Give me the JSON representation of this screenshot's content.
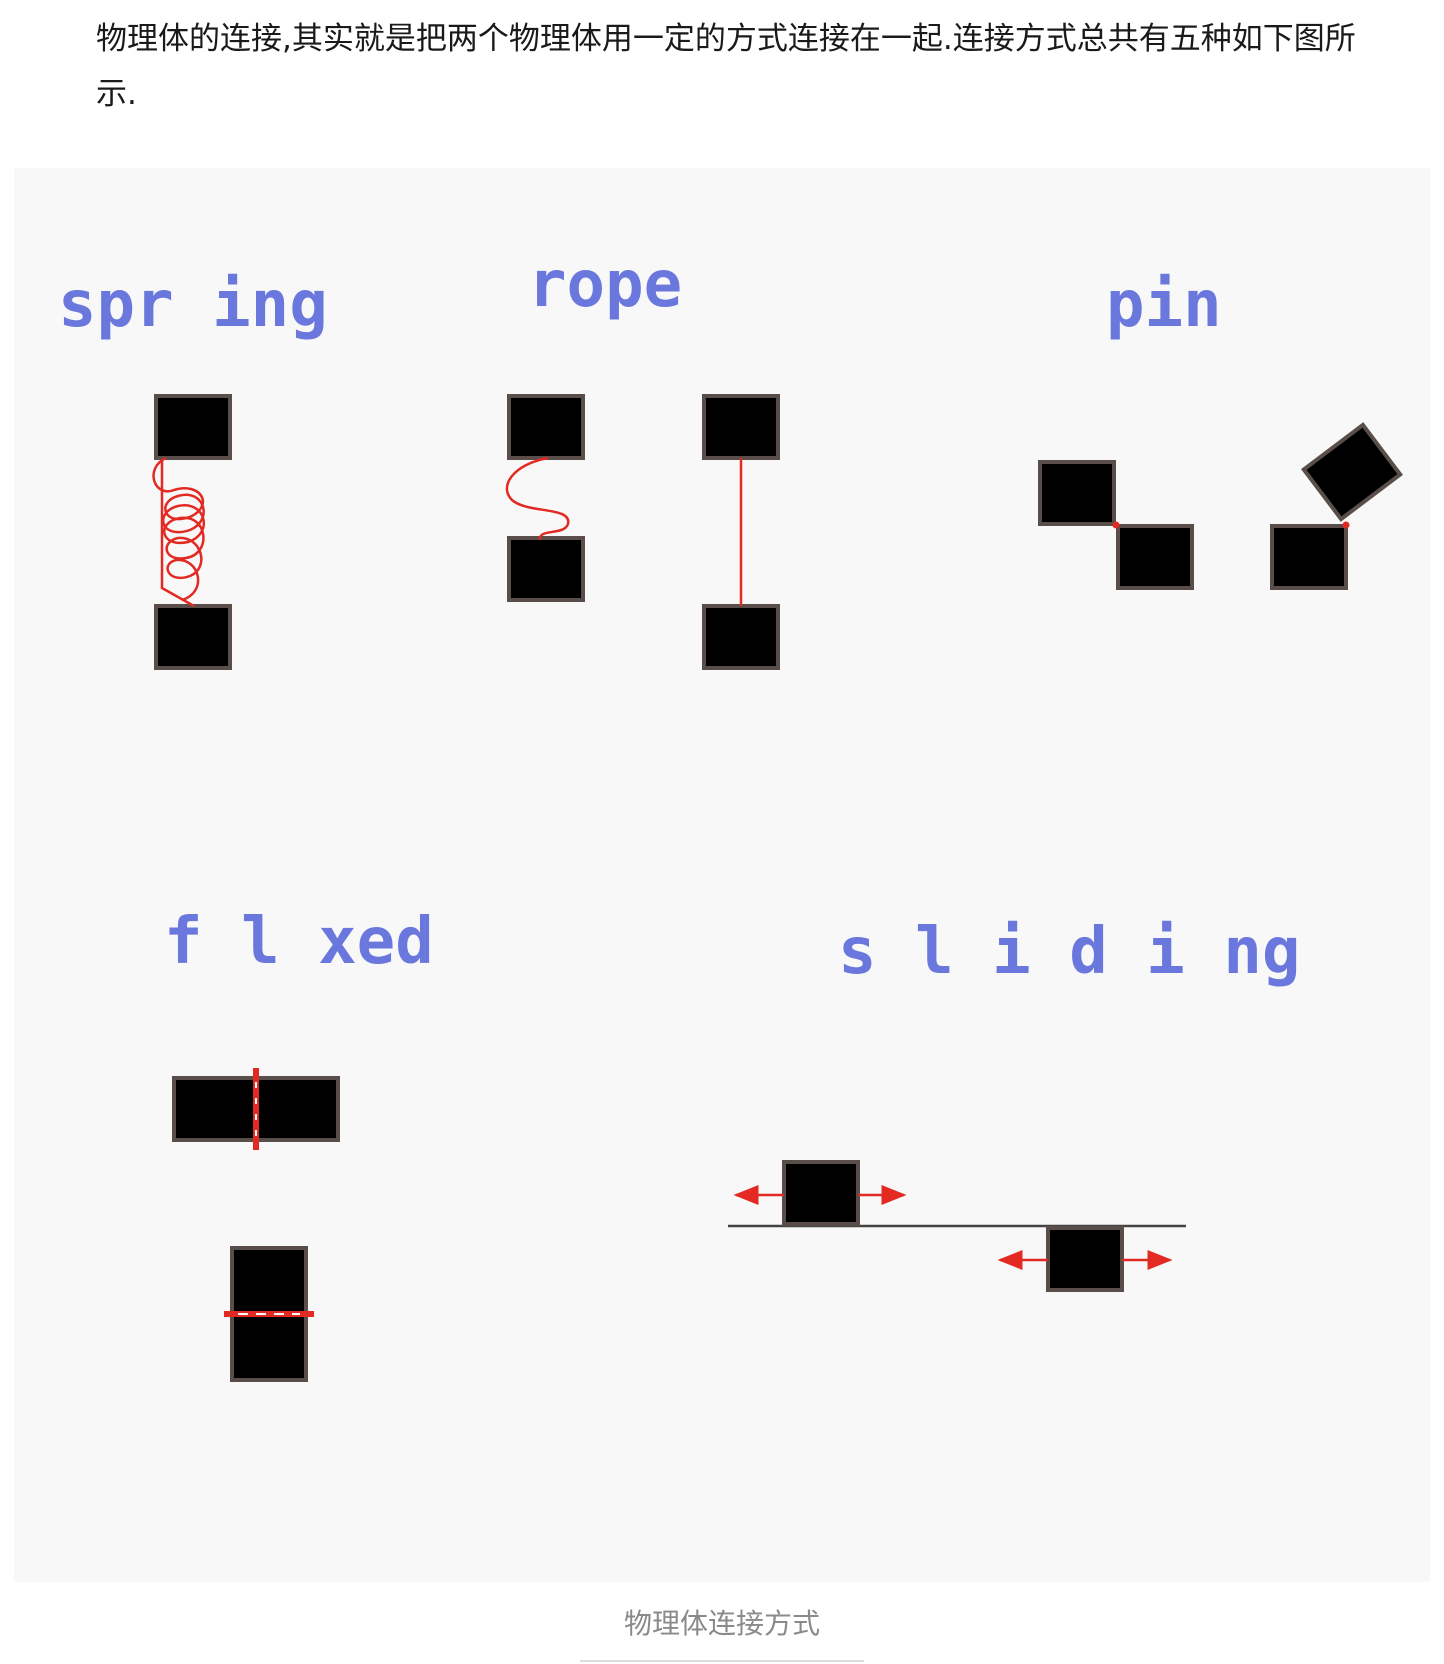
{
  "intro_text": "物理体的连接,其实就是把两个物理体用一定的方式连接在一起.连接方式总共有五种如下图所示.",
  "figure": {
    "labels": {
      "spring": "spr ing",
      "rope": "rope",
      "pin": "pin",
      "fixed": "f l xed",
      "sliding": "s l i d i ng"
    },
    "colors": {
      "label": "#6a77dd",
      "joint": "#e22a22",
      "block": "#000000",
      "block_border": "#5a4e4a",
      "background": "#f8f8f9"
    }
  },
  "caption": "物理体连接方式"
}
